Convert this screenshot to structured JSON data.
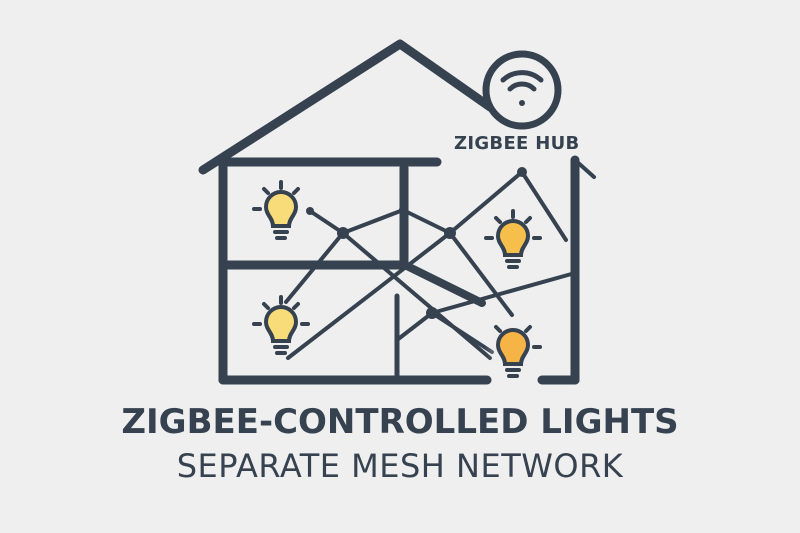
{
  "diagram": {
    "title": "ZIGBEE-CONTROLLED LIGHTS",
    "subtitle": "SEPARATE MESH NETWORK",
    "hub": {
      "label": "ZIGBEE HUB",
      "icon": "wifi-icon"
    },
    "nodes": [
      {
        "id": "bulb-top-left",
        "icon": "lightbulb-icon",
        "color": "#f8dc7a"
      },
      {
        "id": "bulb-bottom-left",
        "icon": "lightbulb-icon",
        "color": "#f8dc7a"
      },
      {
        "id": "bulb-top-right",
        "icon": "lightbulb-icon",
        "color": "#f6bf4c"
      },
      {
        "id": "bulb-bottom-right",
        "icon": "lightbulb-icon",
        "color": "#f6b447"
      }
    ],
    "colors": {
      "background": "#efefef",
      "stroke": "#36424f",
      "bulb_pale": "#f8dc7a",
      "bulb_warm": "#f6b447",
      "glow": "#d9c8ee"
    }
  }
}
